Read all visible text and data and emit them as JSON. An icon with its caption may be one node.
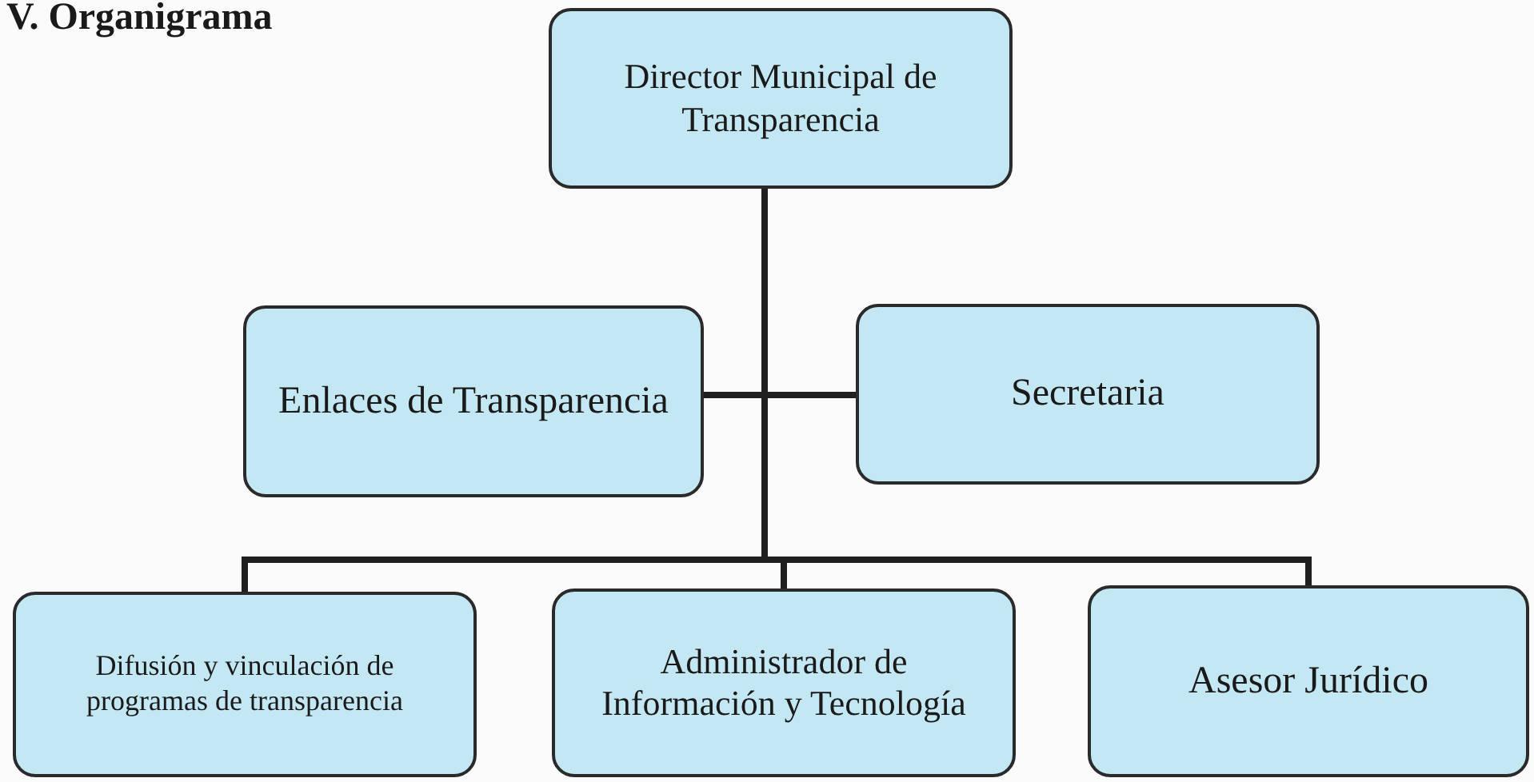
{
  "diagram": {
    "title": "V. Organigrama",
    "nodes": [
      {
        "text": [
          "Director Municipal de Transparencia"
        ]
      },
      {
        "text": [
          "Enlaces de Transparencia"
        ]
      },
      {
        "text": [
          "Secretaria"
        ]
      },
      {
        "text": [
          "Difusión y vinculación de programas de transparencia"
        ]
      },
      {
        "text": [
          "Administrador de Información y Tecnología"
        ]
      },
      {
        "text": [
          "Asesor Jurídico"
        ]
      }
    ],
    "edges": [
      {
        "from": 0,
        "to": 1,
        "arrow": "none"
      },
      {
        "from": 0,
        "to": 2,
        "arrow": "none"
      },
      {
        "from": 0,
        "to": 3,
        "arrow": "none"
      },
      {
        "from": 0,
        "to": 4,
        "arrow": "none"
      },
      {
        "from": 0,
        "to": 5,
        "arrow": "none"
      }
    ]
  }
}
